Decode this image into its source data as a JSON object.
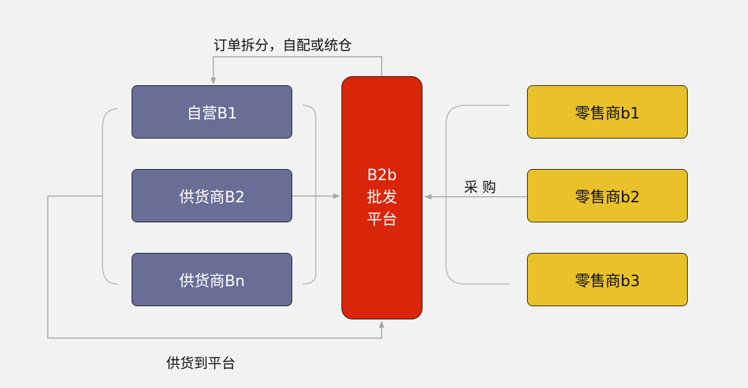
{
  "suppliers": [
    {
      "label": "自营B1"
    },
    {
      "label": "供货商B2"
    },
    {
      "label": "供货商Bn"
    }
  ],
  "platform": {
    "line1": "B2b",
    "line2": "批发",
    "line3": "平台"
  },
  "retailers": [
    {
      "label": "零售商b1"
    },
    {
      "label": "零售商b2"
    },
    {
      "label": "零售商b3"
    }
  ],
  "labels": {
    "top": "订单拆分，自配或统仓",
    "purchase": "采 购",
    "bottom": "供货到平台"
  },
  "colors": {
    "background": "#f2f2f2",
    "supplier_fill": "#686e96",
    "platform_fill": "#d9260a",
    "retailer_fill": "#e9c12a",
    "connector": "#a6a6a6"
  }
}
